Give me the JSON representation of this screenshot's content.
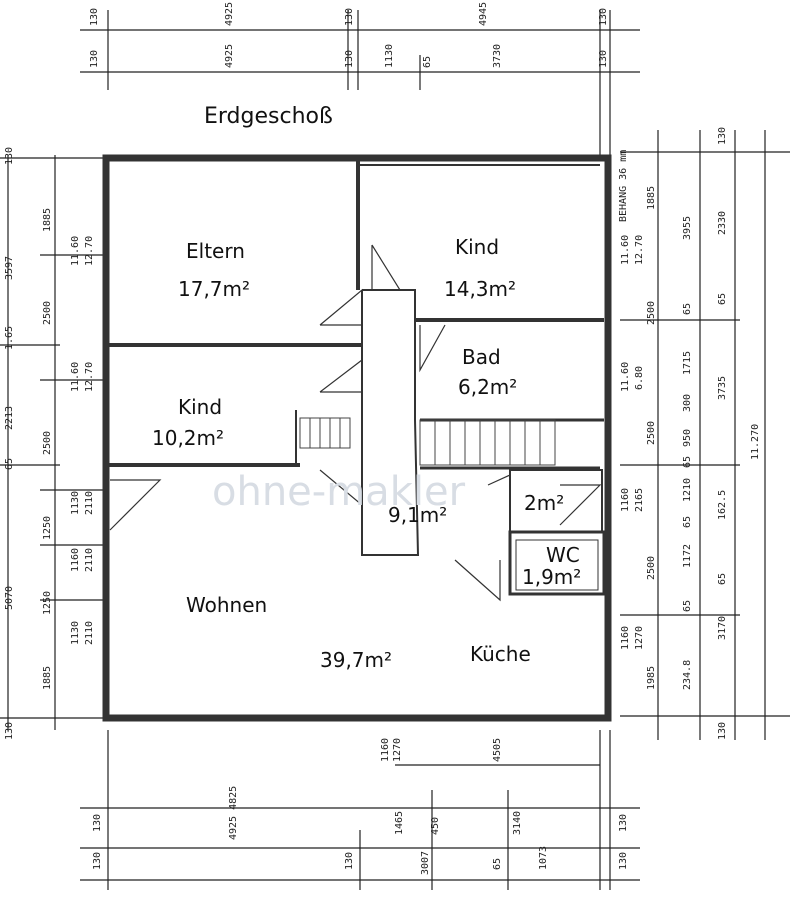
{
  "floor_title": "Erdgeschoß",
  "watermark": "ohne-makler",
  "wall_note": "BEHANG 36 mm",
  "rooms": {
    "eltern": {
      "name": "Eltern",
      "area": "17,7m²"
    },
    "kind1": {
      "name": "Kind",
      "area": "14,3m²"
    },
    "bad": {
      "name": "Bad",
      "area": "6,2m²"
    },
    "kind2": {
      "name": "Kind",
      "area": "10,2m²"
    },
    "flur": {
      "area": "9,1m²"
    },
    "abstell": {
      "area": "2m²"
    },
    "wc": {
      "name": "WC",
      "area": "1,9m²"
    },
    "wohnen": {
      "name": "Wohnen",
      "area": "39,7m²"
    },
    "kueche": {
      "name": "Küche"
    }
  },
  "dims": {
    "top_row1": [
      "130",
      "4925",
      "130",
      "4945",
      "130"
    ],
    "top_row2": [
      "130",
      "4925",
      "130",
      "1130",
      "65",
      "3730",
      "130"
    ],
    "left_outer": [
      "130",
      "3597",
      "1.65",
      "2213",
      "65",
      "5070",
      "130"
    ],
    "left_inner": [
      "1885",
      "2500",
      "2500",
      "1250",
      "1250",
      "1885"
    ],
    "left_openings": [
      "11.60",
      "12.70",
      "11.60",
      "12.70",
      "1130",
      "2110",
      "1160",
      "2110",
      "1130",
      "2110"
    ],
    "right_inner": [
      "1885",
      "2500",
      "11.60",
      "12.70",
      "11.60",
      "6.80",
      "2500",
      "1160",
      "2165",
      "2500",
      "1160",
      "1270",
      "1985"
    ],
    "right_mid": [
      "3955",
      "65",
      "1715",
      "300",
      "950",
      "65",
      "1210",
      "65",
      "1172",
      "65",
      "234.8"
    ],
    "right_outer": [
      "2330",
      "65",
      "3735",
      "162.5",
      "65",
      "3170",
      "130",
      "130"
    ],
    "right_total": "11.270",
    "bottom_opening": [
      "1160",
      "1270"
    ],
    "bottom_mid": "4505",
    "bottom_row1": [
      "130",
      "4925 4825",
      "1465",
      "450",
      "3140",
      "130"
    ],
    "bottom_row2": [
      "130",
      "130",
      "3007",
      "65",
      "1073",
      "130"
    ]
  }
}
